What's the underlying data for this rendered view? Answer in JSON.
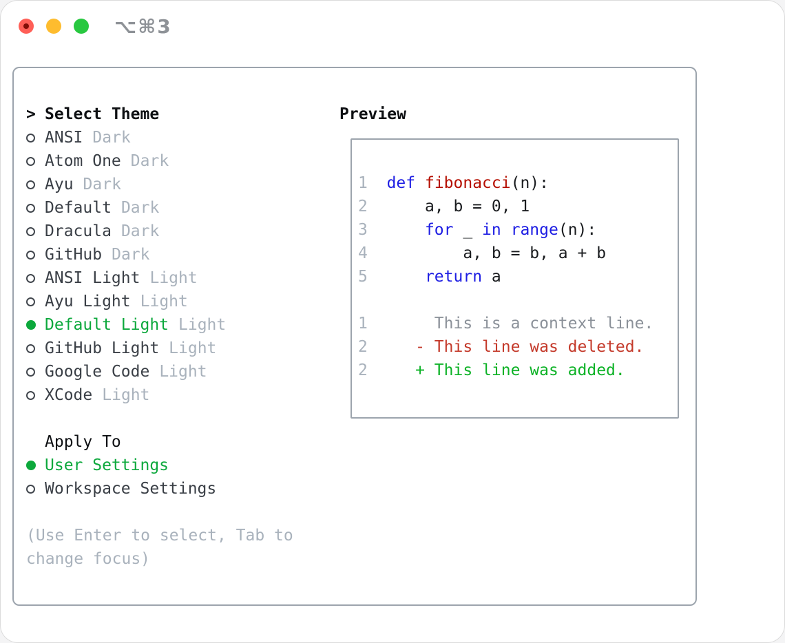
{
  "window": {
    "title": "⌥⌘3"
  },
  "traffic_lights": [
    {
      "name": "close-button",
      "kind": "close"
    },
    {
      "name": "minimize-button",
      "kind": "min"
    },
    {
      "name": "maximize-button",
      "kind": "max"
    }
  ],
  "theme_picker": {
    "heading_marker": ">",
    "heading": "Select Theme",
    "items": [
      {
        "name": "ANSI",
        "tag": "Dark",
        "selected": false
      },
      {
        "name": "Atom One",
        "tag": "Dark",
        "selected": false
      },
      {
        "name": "Ayu",
        "tag": "Dark",
        "selected": false
      },
      {
        "name": "Default",
        "tag": "Dark",
        "selected": false
      },
      {
        "name": "Dracula",
        "tag": "Dark",
        "selected": false
      },
      {
        "name": "GitHub",
        "tag": "Dark",
        "selected": false
      },
      {
        "name": "ANSI Light",
        "tag": "Light",
        "selected": false
      },
      {
        "name": "Ayu Light",
        "tag": "Light",
        "selected": false
      },
      {
        "name": "Default Light",
        "tag": "Light",
        "selected": true
      },
      {
        "name": "GitHub Light",
        "tag": "Light",
        "selected": false
      },
      {
        "name": "Google Code",
        "tag": "Light",
        "selected": false
      },
      {
        "name": "XCode",
        "tag": "Light",
        "selected": false
      }
    ]
  },
  "apply_to": {
    "heading": "Apply To",
    "options": [
      {
        "name": "User Settings",
        "selected": true
      },
      {
        "name": "Workspace Settings",
        "selected": false
      }
    ]
  },
  "hint_lines": [
    "(Use Enter to select, Tab to",
    "change focus)"
  ],
  "preview": {
    "heading": "Preview",
    "lines": [
      [
        {
          "s": "pln",
          "t": ""
        }
      ],
      [
        {
          "s": "ln",
          "t": "1"
        },
        {
          "s": "pln",
          "t": "  "
        },
        {
          "s": "kw",
          "t": "def"
        },
        {
          "s": "pln",
          "t": " "
        },
        {
          "s": "fn",
          "t": "fibonacci"
        },
        {
          "s": "pln",
          "t": "(n):"
        }
      ],
      [
        {
          "s": "ln",
          "t": "2"
        },
        {
          "s": "pln",
          "t": "      a, b = 0, 1"
        }
      ],
      [
        {
          "s": "ln",
          "t": "3"
        },
        {
          "s": "pln",
          "t": "      "
        },
        {
          "s": "kw",
          "t": "for"
        },
        {
          "s": "pln",
          "t": " _ "
        },
        {
          "s": "kw",
          "t": "in"
        },
        {
          "s": "pln",
          "t": " "
        },
        {
          "s": "kw",
          "t": "range"
        },
        {
          "s": "pln",
          "t": "(n):"
        }
      ],
      [
        {
          "s": "ln",
          "t": "4"
        },
        {
          "s": "pln",
          "t": "          a, b = b, a + b"
        }
      ],
      [
        {
          "s": "ln",
          "t": "5"
        },
        {
          "s": "pln",
          "t": "      "
        },
        {
          "s": "kw",
          "t": "return"
        },
        {
          "s": "pln",
          "t": " a"
        }
      ],
      [
        {
          "s": "pln",
          "t": ""
        }
      ],
      [
        {
          "s": "ln",
          "t": "1"
        },
        {
          "s": "ctx",
          "t": "       This is a context line."
        }
      ],
      [
        {
          "s": "ln",
          "t": "2"
        },
        {
          "s": "del",
          "t": "     - This line was deleted."
        }
      ],
      [
        {
          "s": "ln",
          "t": "2"
        },
        {
          "s": "add",
          "t": "     + This line was added."
        }
      ]
    ]
  },
  "colors": {
    "accent_green": "#0CA83C",
    "diff_added": "#0CB226",
    "diff_deleted": "#C43A2B",
    "keyword_blue": "#1D1DE3",
    "function_red": "#B50E00",
    "code_ink": "#1A1C1F",
    "ink": "#0E1013",
    "item_ink": "#3A3F46",
    "dim_gray": "#A9B2BC",
    "context_gray": "#8B9199",
    "ring_gray": "#42474E",
    "border_gray": "#9CA4AD",
    "title_gray": "#8E9297",
    "traffic_close": "#FF5F57",
    "traffic_close_dot": "#820E06",
    "traffic_minimize": "#FEBC2E",
    "traffic_maximize": "#28C840"
  }
}
